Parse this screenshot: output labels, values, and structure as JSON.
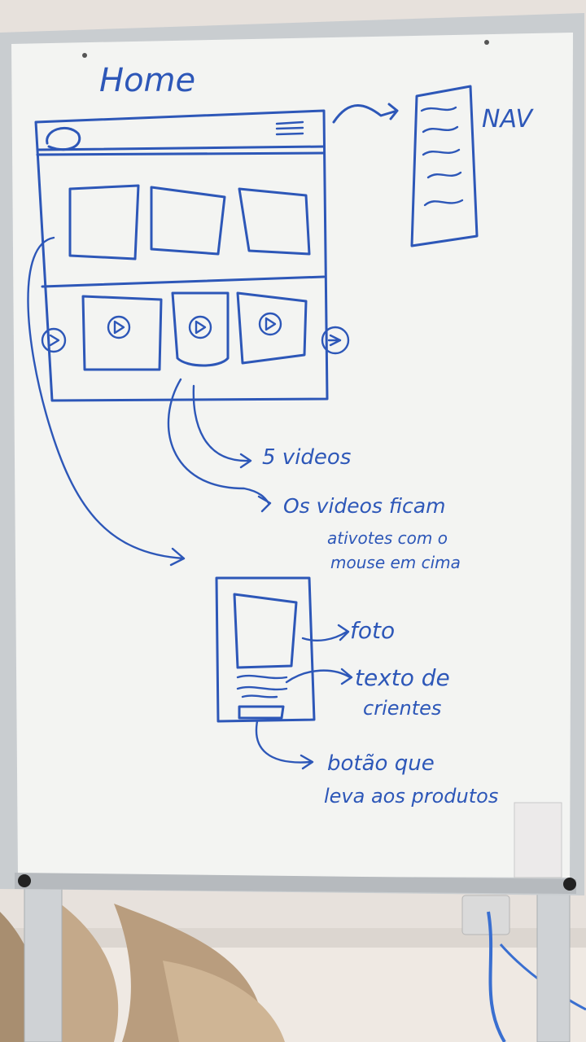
{
  "whiteboard": {
    "title": "Home",
    "nav_label": "NAV",
    "annotations": {
      "videos_count": "5 videos",
      "videos_note_line1": "Os videos ficam",
      "videos_note_line2": "ativotes com o",
      "videos_note_line3": "mouse em cima",
      "photo": "foto",
      "text_line1": "texto de",
      "text_line2": "crientes",
      "button_line1": "botão que",
      "button_line2": "leva aos produtos"
    }
  },
  "colors": {
    "marker_blue": "#2d57b8",
    "board_white": "#f3f4f2",
    "frame_silver": "#c9cdd0",
    "wall": "#e9e4df"
  }
}
